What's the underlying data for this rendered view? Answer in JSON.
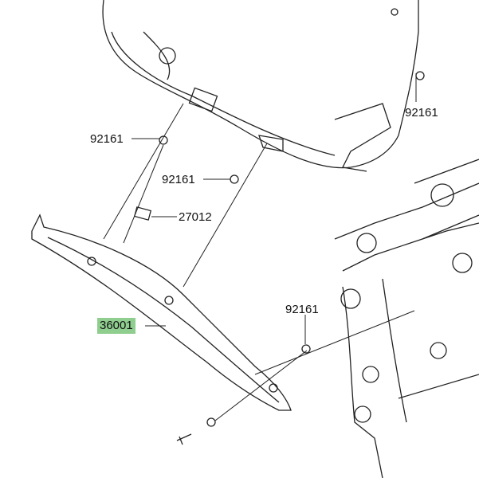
{
  "labels": {
    "washer_right": "92161",
    "washer_left_top": "92161",
    "washer_mid": "92161",
    "pad": "27012",
    "washer_frame": "92161",
    "cover": "36001"
  },
  "colors": {
    "highlight": "#8fce8f",
    "line": "#111111"
  }
}
